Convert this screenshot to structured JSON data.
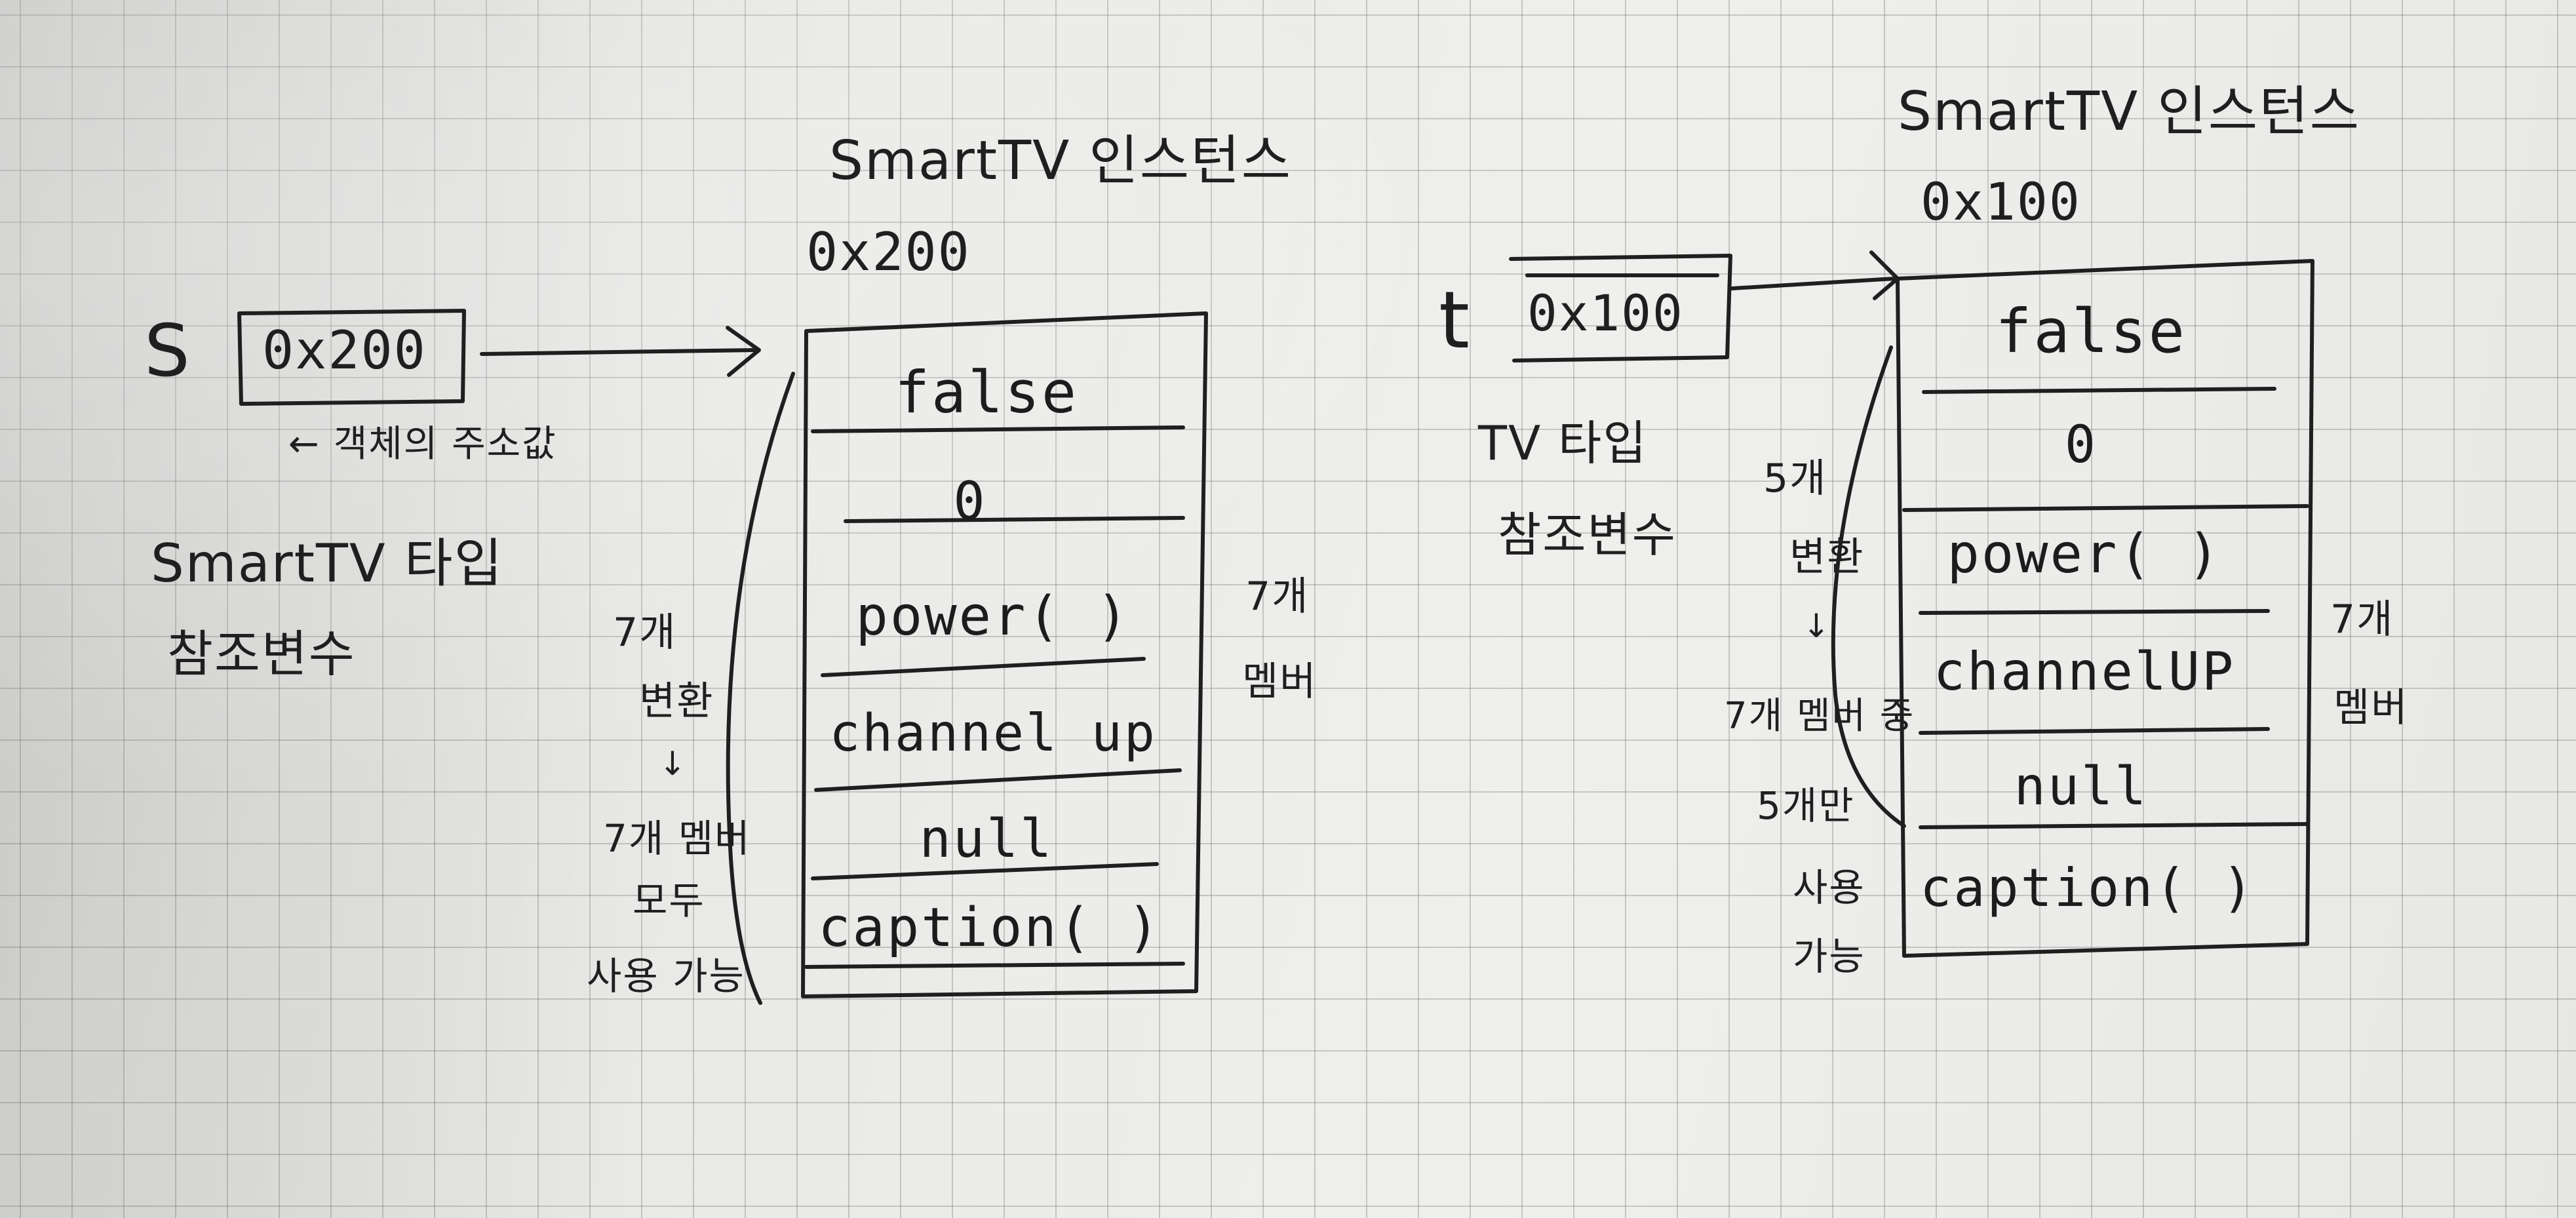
{
  "left": {
    "instance_title": "SmartTV 인스턴스",
    "address": "0x200",
    "var_name": "S",
    "var_value": "0x200",
    "var_note": "← 객체의 주소값",
    "type_line1": "SmartTV 타입",
    "type_line2": "참조변수",
    "fields": [
      "false",
      "0",
      "power( )",
      "channel up",
      "null",
      "caption( )"
    ],
    "member_count": [
      "7개",
      "멤버"
    ],
    "note": [
      "7개",
      "변환",
      "↓",
      "7개 멤버",
      "모두",
      "사용 가능"
    ]
  },
  "right": {
    "instance_title": "SmartTV 인스턴스",
    "address": "0x100",
    "var_name": "t",
    "var_value": "0x100",
    "type_line1": "TV 타입",
    "type_line2": "참조변수",
    "fields": [
      "false",
      "0",
      "power( )",
      "channelUP",
      "null",
      "caption( )"
    ],
    "member_count": [
      "7개",
      "멤버"
    ],
    "note": [
      "5개",
      "변환",
      "↓",
      "7개 멤버 중",
      "5개만",
      "사용",
      "가능"
    ]
  }
}
